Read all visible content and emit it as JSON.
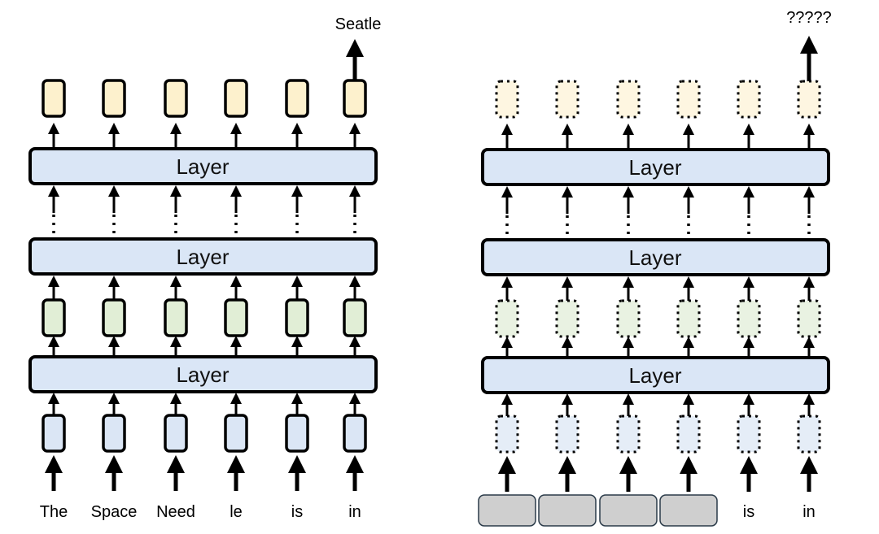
{
  "colors": {
    "layer_fill": "#dae6f6",
    "output_fill": "#fdf1cd",
    "hidden_fill": "#e1eed6",
    "input_fill": "#dbe6f5",
    "masked_output_fill": "#fef6e1",
    "masked_hidden_fill": "#e9f2e2",
    "masked_input_fill": "#e5edf7",
    "redacted_fill": "#cfcfcf",
    "stroke": "#000000"
  },
  "left_panel": {
    "layers": [
      "Layer",
      "Layer",
      "Layer"
    ],
    "output_label": "Seatle",
    "words": [
      "The",
      "Space",
      "Need",
      "le",
      "is",
      "in"
    ]
  },
  "right_panel": {
    "layers": [
      "Layer",
      "Layer",
      "Layer"
    ],
    "output_label": "?????",
    "words": [
      "",
      "",
      "",
      "",
      "is",
      "in"
    ]
  }
}
